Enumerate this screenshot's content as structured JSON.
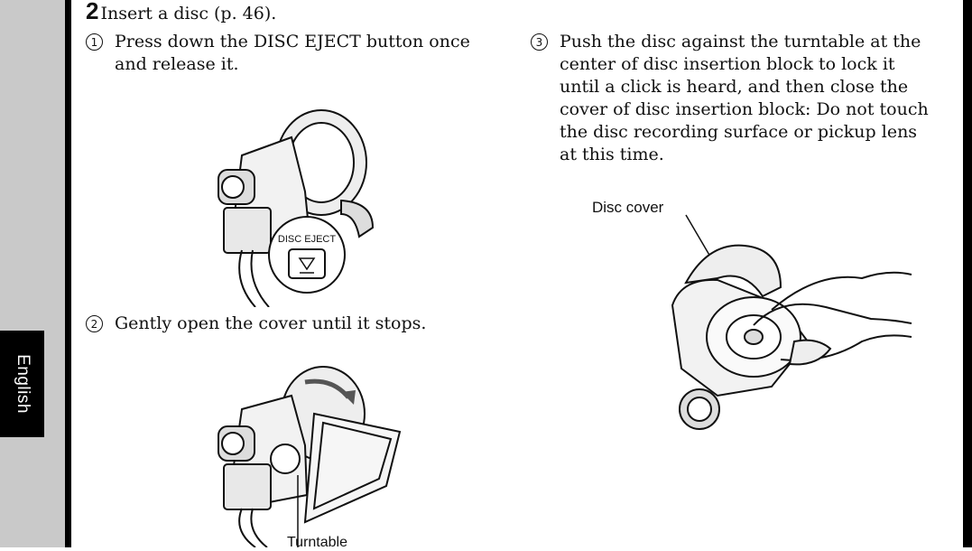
{
  "side_tab": {
    "label": "English"
  },
  "step": {
    "number": "2",
    "title": "Insert a disc (p. 46)."
  },
  "instructions": [
    {
      "marker": "1",
      "text": "Press down the DISC EJECT button once and release it."
    },
    {
      "marker": "2",
      "text": "Gently open the cover until it stops."
    },
    {
      "marker": "3",
      "text": "Push the disc against the turntable at the center of disc insertion block to lock it until a click is heard, and then close the cover of disc insertion block: Do not touch the disc recording surface or pickup lens at this time."
    }
  ],
  "illustrations": {
    "eject_button_label": "DISC EJECT",
    "disc_cover_callout": "Disc cover",
    "bottom_callout": "Turntable"
  }
}
